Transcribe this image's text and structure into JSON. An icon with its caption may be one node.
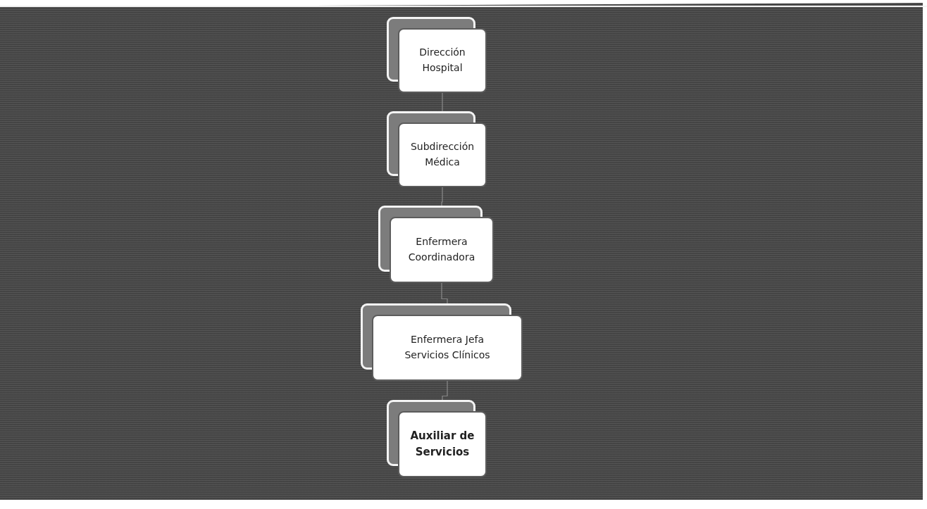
{
  "diagram": {
    "nodes": [
      {
        "text": [
          "Dirección Hospital"
        ]
      },
      {
        "text": [
          "Subdirección Médica"
        ]
      },
      {
        "text": [
          "Enfermera Coordinadora"
        ]
      },
      {
        "text": [
          "Enfermera Jefa Servicios Clínicos"
        ]
      },
      {
        "text": [
          "Auxiliar de Servicios"
        ]
      }
    ],
    "edges": [
      {
        "from": 0,
        "to": 1,
        "arrow": "none"
      },
      {
        "from": 1,
        "to": 2,
        "arrow": "none"
      },
      {
        "from": 2,
        "to": 3,
        "arrow": "none"
      },
      {
        "from": 3,
        "to": 4,
        "arrow": "none"
      }
    ]
  }
}
